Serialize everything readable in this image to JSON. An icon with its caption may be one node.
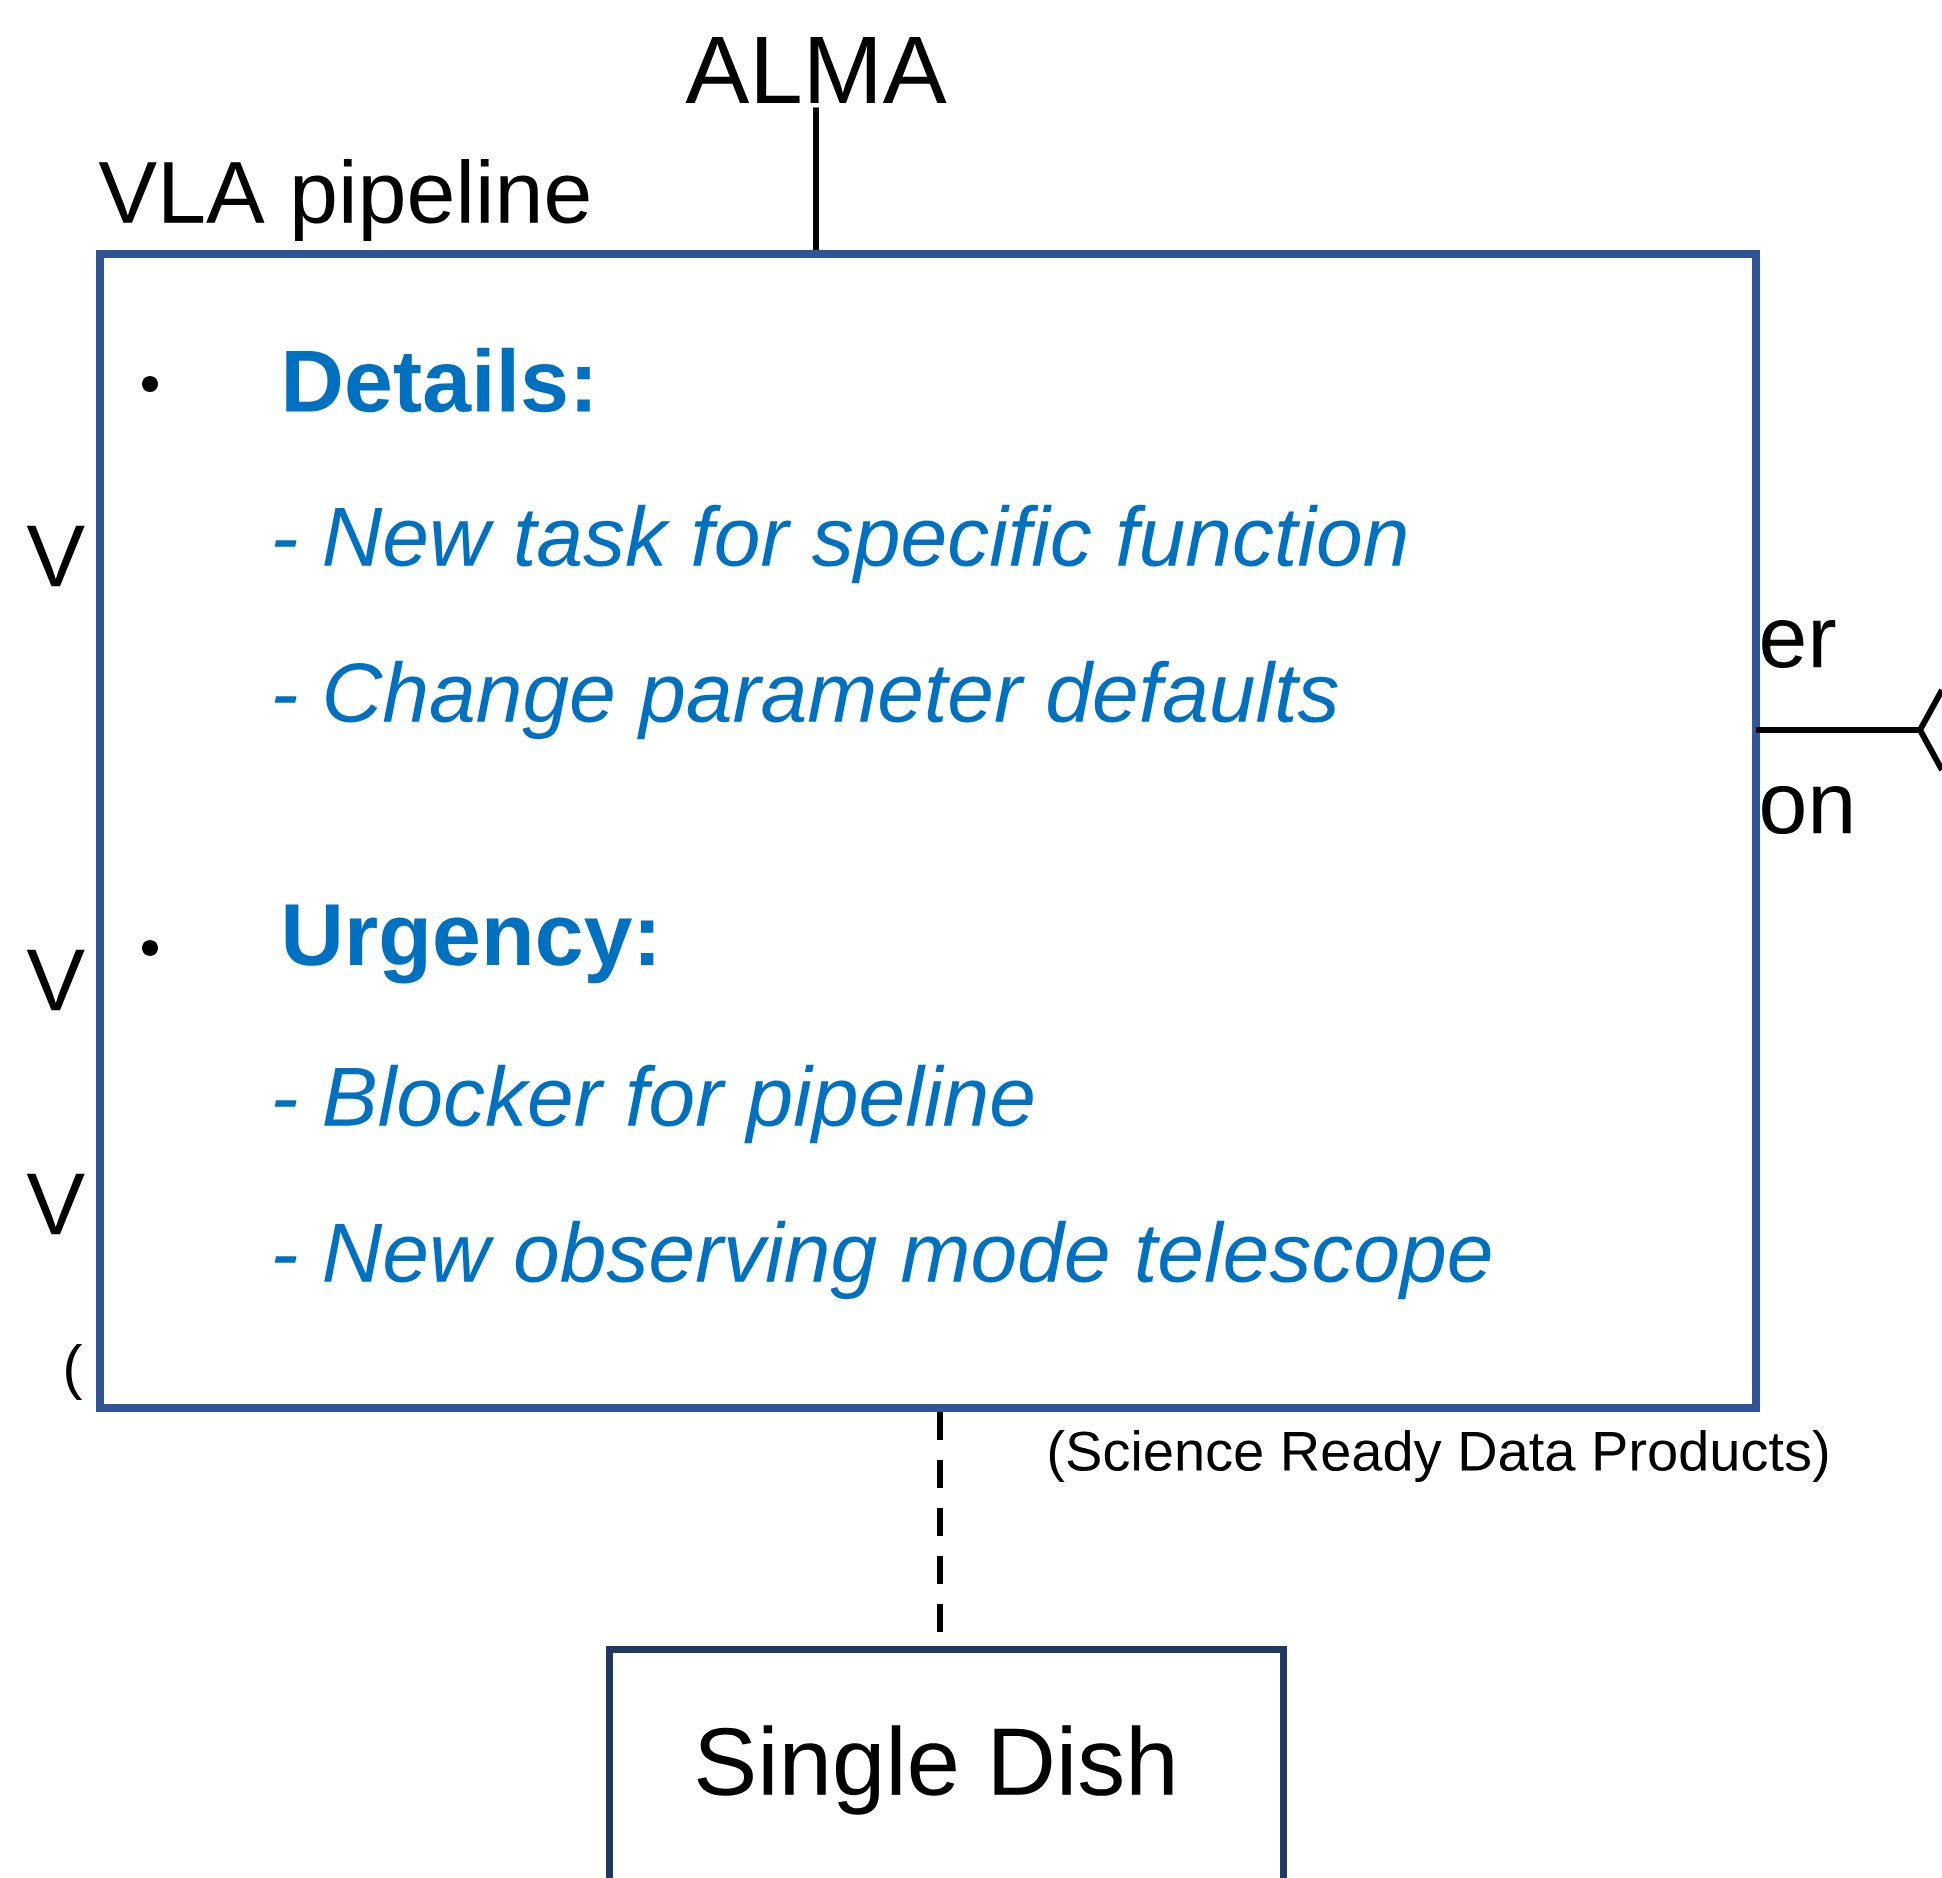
{
  "diagram": {
    "nodes": [
      {
        "text": [
          "ALMA"
        ]
      },
      {
        "text": [
          "Details:",
          "- New task for specific function",
          "- Change parameter defaults",
          "Urgency:",
          "- Blocker for pipeline",
          "- New observing mode telescope"
        ]
      },
      {
        "text": [
          "Single Dish"
        ]
      }
    ],
    "edges": [
      {
        "from": 0,
        "to": 1,
        "arrow": "none"
      },
      {
        "from": 1,
        "to": 2,
        "arrow": "none",
        "style": "dashed"
      }
    ],
    "labels": [
      "VLA pipeline",
      "V",
      "er",
      "on",
      "V",
      "V",
      "(",
      "(Science Ready Data Products)"
    ]
  }
}
